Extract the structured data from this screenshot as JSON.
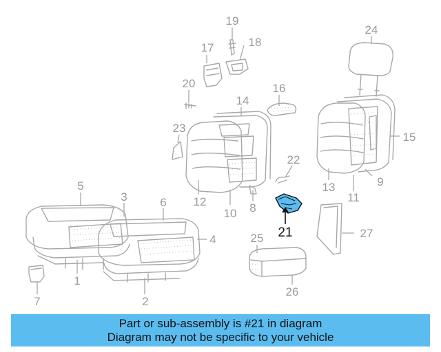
{
  "labels": {
    "p1": "1",
    "p2": "2",
    "p3": "3",
    "p4": "4",
    "p5": "5",
    "p6": "6",
    "p7": "7",
    "p8": "8",
    "p9": "9",
    "p10": "10",
    "p11": "11",
    "p12": "12",
    "p13": "13",
    "p14": "14",
    "p15": "15",
    "p16": "16",
    "p17": "17",
    "p18": "18",
    "p19": "19",
    "p20": "20",
    "p21": "21",
    "p22": "22",
    "p23": "23",
    "p24": "24",
    "p25": "25",
    "p26": "26",
    "p27": "27"
  },
  "highlight": {
    "part": "21",
    "color": "#5bbcf0"
  },
  "banner": {
    "line1": "Part or sub-assembly is #21 in diagram",
    "line2": "Diagram may not be specific to your vehicle",
    "bg_color": "#5bbcf0"
  }
}
